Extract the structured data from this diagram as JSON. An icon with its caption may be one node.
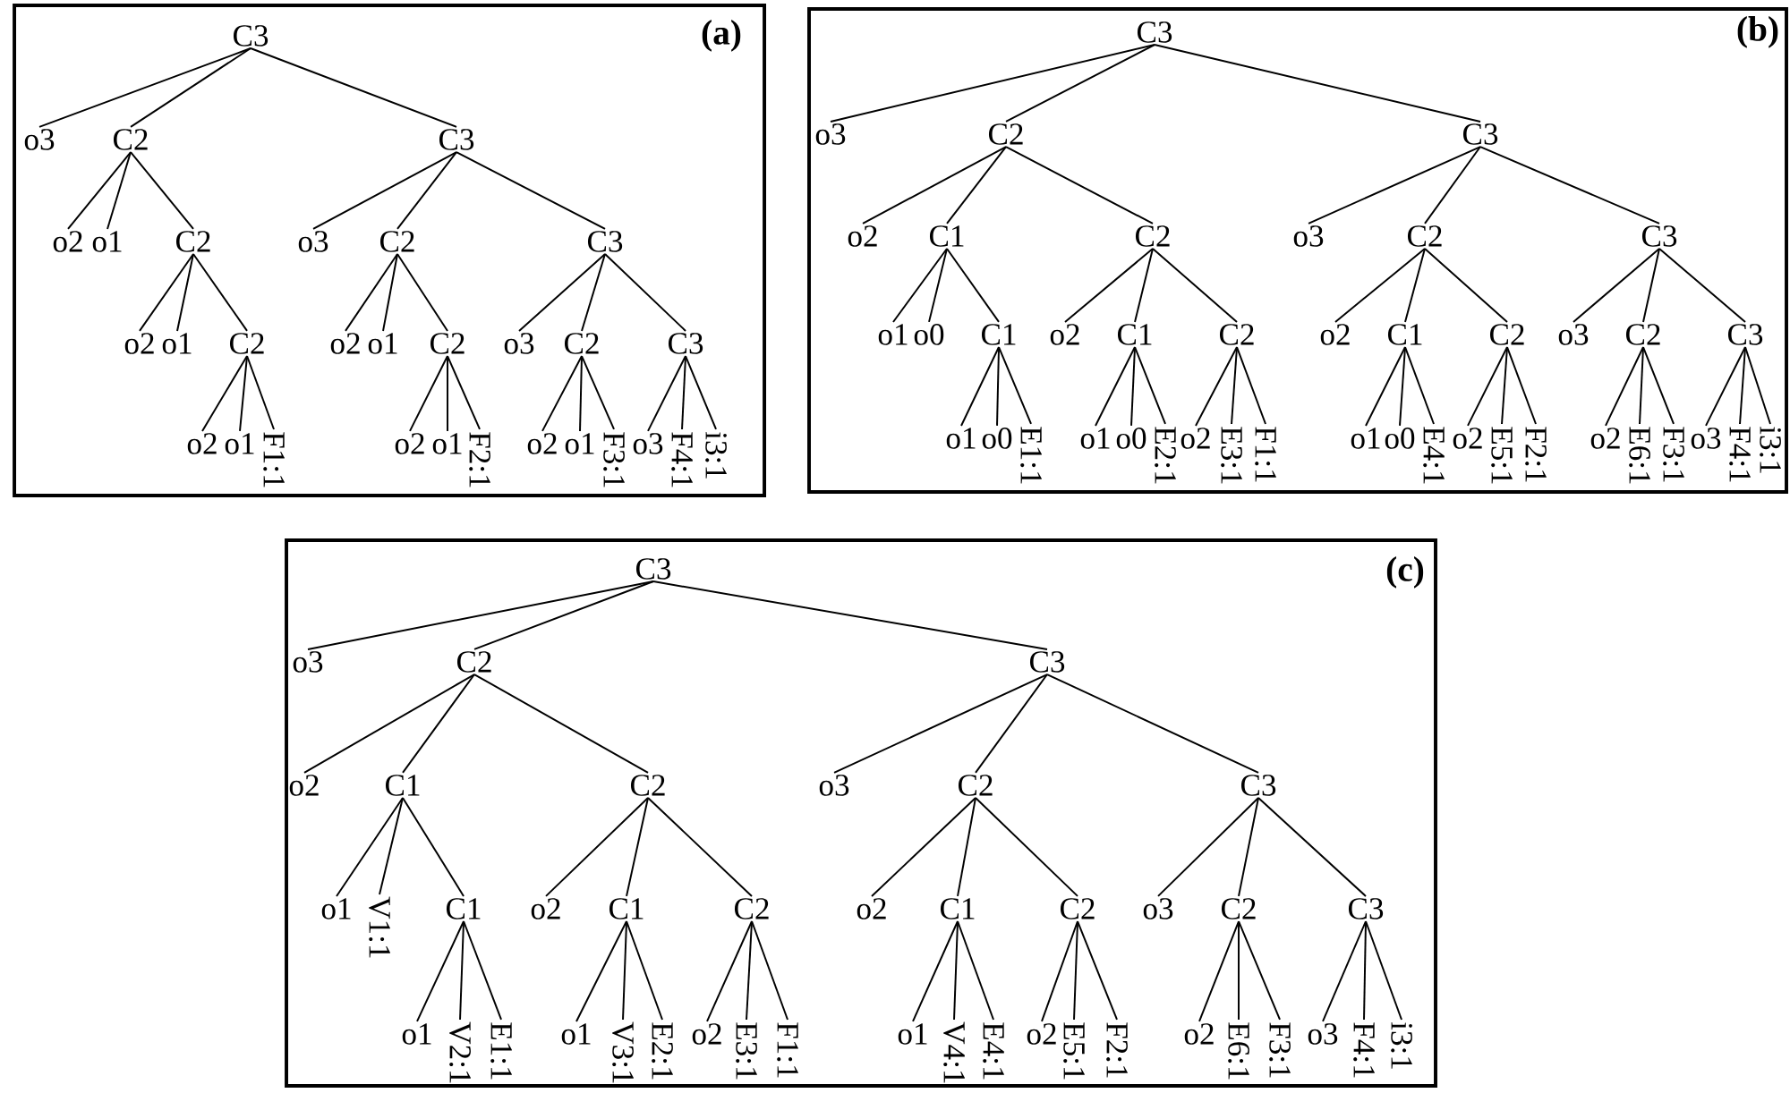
{
  "diagram": {
    "nodes": [
      {
        "text": [
          "(a)"
        ]
      },
      {
        "text": [
          "C3"
        ],
        "in": 0
      },
      {
        "text": [
          "o3"
        ],
        "in": 0
      },
      {
        "text": [
          "C2"
        ],
        "in": 0
      },
      {
        "text": [
          "C3"
        ],
        "in": 0
      },
      {
        "text": [
          "o2"
        ],
        "in": 0
      },
      {
        "text": [
          "o1"
        ],
        "in": 0
      },
      {
        "text": [
          "C2"
        ],
        "in": 0
      },
      {
        "text": [
          "o3"
        ],
        "in": 0
      },
      {
        "text": [
          "C2"
        ],
        "in": 0
      },
      {
        "text": [
          "C3"
        ],
        "in": 0
      },
      {
        "text": [
          "o2"
        ],
        "in": 0
      },
      {
        "text": [
          "o1"
        ],
        "in": 0
      },
      {
        "text": [
          "C2"
        ],
        "in": 0
      },
      {
        "text": [
          "o2"
        ],
        "in": 0
      },
      {
        "text": [
          "o1"
        ],
        "in": 0
      },
      {
        "text": [
          "C2"
        ],
        "in": 0
      },
      {
        "text": [
          "o3"
        ],
        "in": 0
      },
      {
        "text": [
          "C2"
        ],
        "in": 0
      },
      {
        "text": [
          "C3"
        ],
        "in": 0
      },
      {
        "text": [
          "o2"
        ],
        "in": 0
      },
      {
        "text": [
          "o1"
        ],
        "in": 0
      },
      {
        "text": [
          "F1:1"
        ],
        "in": 0
      },
      {
        "text": [
          "o2"
        ],
        "in": 0
      },
      {
        "text": [
          "o1"
        ],
        "in": 0
      },
      {
        "text": [
          "F2:1"
        ],
        "in": 0
      },
      {
        "text": [
          "o2"
        ],
        "in": 0
      },
      {
        "text": [
          "o1"
        ],
        "in": 0
      },
      {
        "text": [
          "F3:1"
        ],
        "in": 0
      },
      {
        "text": [
          "o3"
        ],
        "in": 0
      },
      {
        "text": [
          "F4:1"
        ],
        "in": 0
      },
      {
        "text": [
          "i3:1"
        ],
        "in": 0
      },
      {
        "text": [
          "(b)"
        ]
      },
      {
        "text": [
          "C3"
        ],
        "in": 32
      },
      {
        "text": [
          "o3"
        ],
        "in": 32
      },
      {
        "text": [
          "C2"
        ],
        "in": 32
      },
      {
        "text": [
          "C3"
        ],
        "in": 32
      },
      {
        "text": [
          "o2"
        ],
        "in": 32
      },
      {
        "text": [
          "C1"
        ],
        "in": 32
      },
      {
        "text": [
          "C2"
        ],
        "in": 32
      },
      {
        "text": [
          "o3"
        ],
        "in": 32
      },
      {
        "text": [
          "C2"
        ],
        "in": 32
      },
      {
        "text": [
          "C3"
        ],
        "in": 32
      },
      {
        "text": [
          "o1"
        ],
        "in": 32
      },
      {
        "text": [
          "o0"
        ],
        "in": 32
      },
      {
        "text": [
          "C1"
        ],
        "in": 32
      },
      {
        "text": [
          "o2"
        ],
        "in": 32
      },
      {
        "text": [
          "C1"
        ],
        "in": 32
      },
      {
        "text": [
          "C2"
        ],
        "in": 32
      },
      {
        "text": [
          "o2"
        ],
        "in": 32
      },
      {
        "text": [
          "C1"
        ],
        "in": 32
      },
      {
        "text": [
          "C2"
        ],
        "in": 32
      },
      {
        "text": [
          "o3"
        ],
        "in": 32
      },
      {
        "text": [
          "C2"
        ],
        "in": 32
      },
      {
        "text": [
          "C3"
        ],
        "in": 32
      },
      {
        "text": [
          "o1"
        ],
        "in": 32
      },
      {
        "text": [
          "o0"
        ],
        "in": 32
      },
      {
        "text": [
          "E1:1"
        ],
        "in": 32
      },
      {
        "text": [
          "o1"
        ],
        "in": 32
      },
      {
        "text": [
          "o0"
        ],
        "in": 32
      },
      {
        "text": [
          "E2:1"
        ],
        "in": 32
      },
      {
        "text": [
          "o2"
        ],
        "in": 32
      },
      {
        "text": [
          "E3:1"
        ],
        "in": 32
      },
      {
        "text": [
          "F1:1"
        ],
        "in": 32
      },
      {
        "text": [
          "o1"
        ],
        "in": 32
      },
      {
        "text": [
          "o0"
        ],
        "in": 32
      },
      {
        "text": [
          "E4:1"
        ],
        "in": 32
      },
      {
        "text": [
          "o2"
        ],
        "in": 32
      },
      {
        "text": [
          "E5:1"
        ],
        "in": 32
      },
      {
        "text": [
          "F2:1"
        ],
        "in": 32
      },
      {
        "text": [
          "o2"
        ],
        "in": 32
      },
      {
        "text": [
          "E6:1"
        ],
        "in": 32
      },
      {
        "text": [
          "F3:1"
        ],
        "in": 32
      },
      {
        "text": [
          "o3"
        ],
        "in": 32
      },
      {
        "text": [
          "F4:1"
        ],
        "in": 32
      },
      {
        "text": [
          "i3:1"
        ],
        "in": 32
      },
      {
        "text": [
          "(c)"
        ]
      },
      {
        "text": [
          "C3"
        ],
        "in": 76
      },
      {
        "text": [
          "o3"
        ],
        "in": 76
      },
      {
        "text": [
          "C2"
        ],
        "in": 76
      },
      {
        "text": [
          "C3"
        ],
        "in": 76
      },
      {
        "text": [
          "o2"
        ],
        "in": 76
      },
      {
        "text": [
          "C1"
        ],
        "in": 76
      },
      {
        "text": [
          "C2"
        ],
        "in": 76
      },
      {
        "text": [
          "o3"
        ],
        "in": 76
      },
      {
        "text": [
          "C2"
        ],
        "in": 76
      },
      {
        "text": [
          "C3"
        ],
        "in": 76
      },
      {
        "text": [
          "o1"
        ],
        "in": 76
      },
      {
        "text": [
          "V1:1"
        ],
        "in": 76
      },
      {
        "text": [
          "C1"
        ],
        "in": 76
      },
      {
        "text": [
          "o2"
        ],
        "in": 76
      },
      {
        "text": [
          "C1"
        ],
        "in": 76
      },
      {
        "text": [
          "C2"
        ],
        "in": 76
      },
      {
        "text": [
          "o2"
        ],
        "in": 76
      },
      {
        "text": [
          "C1"
        ],
        "in": 76
      },
      {
        "text": [
          "C2"
        ],
        "in": 76
      },
      {
        "text": [
          "o3"
        ],
        "in": 76
      },
      {
        "text": [
          "C2"
        ],
        "in": 76
      },
      {
        "text": [
          "C3"
        ],
        "in": 76
      },
      {
        "text": [
          "o1"
        ],
        "in": 76
      },
      {
        "text": [
          "V2:1"
        ],
        "in": 76
      },
      {
        "text": [
          "E1:1"
        ],
        "in": 76
      },
      {
        "text": [
          "o1"
        ],
        "in": 76
      },
      {
        "text": [
          "V3:1"
        ],
        "in": 76
      },
      {
        "text": [
          "E2:1"
        ],
        "in": 76
      },
      {
        "text": [
          "o2"
        ],
        "in": 76
      },
      {
        "text": [
          "E3:1"
        ],
        "in": 76
      },
      {
        "text": [
          "F1:1"
        ],
        "in": 76
      },
      {
        "text": [
          "o1"
        ],
        "in": 76
      },
      {
        "text": [
          "V4:1"
        ],
        "in": 76
      },
      {
        "text": [
          "E4:1"
        ],
        "in": 76
      },
      {
        "text": [
          "o2"
        ],
        "in": 76
      },
      {
        "text": [
          "E5:1"
        ],
        "in": 76
      },
      {
        "text": [
          "F2:1"
        ],
        "in": 76
      },
      {
        "text": [
          "o2"
        ],
        "in": 76
      },
      {
        "text": [
          "E6:1"
        ],
        "in": 76
      },
      {
        "text": [
          "F3:1"
        ],
        "in": 76
      },
      {
        "text": [
          "o3"
        ],
        "in": 76
      },
      {
        "text": [
          "F4:1"
        ],
        "in": 76
      },
      {
        "text": [
          "i3:1"
        ],
        "in": 76
      }
    ],
    "edges": [
      {
        "from": 1,
        "to": 2,
        "arrow": "none"
      },
      {
        "from": 1,
        "to": 3,
        "arrow": "none"
      },
      {
        "from": 1,
        "to": 4,
        "arrow": "none"
      },
      {
        "from": 3,
        "to": 5,
        "arrow": "none"
      },
      {
        "from": 3,
        "to": 6,
        "arrow": "none"
      },
      {
        "from": 3,
        "to": 7,
        "arrow": "none"
      },
      {
        "from": 4,
        "to": 8,
        "arrow": "none"
      },
      {
        "from": 4,
        "to": 9,
        "arrow": "none"
      },
      {
        "from": 4,
        "to": 10,
        "arrow": "none"
      },
      {
        "from": 7,
        "to": 11,
        "arrow": "none"
      },
      {
        "from": 7,
        "to": 12,
        "arrow": "none"
      },
      {
        "from": 7,
        "to": 13,
        "arrow": "none"
      },
      {
        "from": 9,
        "to": 14,
        "arrow": "none"
      },
      {
        "from": 9,
        "to": 15,
        "arrow": "none"
      },
      {
        "from": 9,
        "to": 16,
        "arrow": "none"
      },
      {
        "from": 10,
        "to": 17,
        "arrow": "none"
      },
      {
        "from": 10,
        "to": 18,
        "arrow": "none"
      },
      {
        "from": 10,
        "to": 19,
        "arrow": "none"
      },
      {
        "from": 13,
        "to": 20,
        "arrow": "none"
      },
      {
        "from": 13,
        "to": 21,
        "arrow": "none"
      },
      {
        "from": 13,
        "to": 22,
        "arrow": "none"
      },
      {
        "from": 16,
        "to": 23,
        "arrow": "none"
      },
      {
        "from": 16,
        "to": 24,
        "arrow": "none"
      },
      {
        "from": 16,
        "to": 25,
        "arrow": "none"
      },
      {
        "from": 18,
        "to": 26,
        "arrow": "none"
      },
      {
        "from": 18,
        "to": 27,
        "arrow": "none"
      },
      {
        "from": 18,
        "to": 28,
        "arrow": "none"
      },
      {
        "from": 19,
        "to": 29,
        "arrow": "none"
      },
      {
        "from": 19,
        "to": 30,
        "arrow": "none"
      },
      {
        "from": 19,
        "to": 31,
        "arrow": "none"
      },
      {
        "from": 33,
        "to": 34,
        "arrow": "none"
      },
      {
        "from": 33,
        "to": 35,
        "arrow": "none"
      },
      {
        "from": 33,
        "to": 36,
        "arrow": "none"
      },
      {
        "from": 35,
        "to": 37,
        "arrow": "none"
      },
      {
        "from": 35,
        "to": 38,
        "arrow": "none"
      },
      {
        "from": 35,
        "to": 39,
        "arrow": "none"
      },
      {
        "from": 36,
        "to": 40,
        "arrow": "none"
      },
      {
        "from": 36,
        "to": 41,
        "arrow": "none"
      },
      {
        "from": 36,
        "to": 42,
        "arrow": "none"
      },
      {
        "from": 38,
        "to": 43,
        "arrow": "none"
      },
      {
        "from": 38,
        "to": 44,
        "arrow": "none"
      },
      {
        "from": 38,
        "to": 45,
        "arrow": "none"
      },
      {
        "from": 39,
        "to": 46,
        "arrow": "none"
      },
      {
        "from": 39,
        "to": 47,
        "arrow": "none"
      },
      {
        "from": 39,
        "to": 48,
        "arrow": "none"
      },
      {
        "from": 41,
        "to": 49,
        "arrow": "none"
      },
      {
        "from": 41,
        "to": 50,
        "arrow": "none"
      },
      {
        "from": 41,
        "to": 51,
        "arrow": "none"
      },
      {
        "from": 42,
        "to": 52,
        "arrow": "none"
      },
      {
        "from": 42,
        "to": 53,
        "arrow": "none"
      },
      {
        "from": 42,
        "to": 54,
        "arrow": "none"
      },
      {
        "from": 45,
        "to": 55,
        "arrow": "none"
      },
      {
        "from": 45,
        "to": 56,
        "arrow": "none"
      },
      {
        "from": 45,
        "to": 57,
        "arrow": "none"
      },
      {
        "from": 47,
        "to": 58,
        "arrow": "none"
      },
      {
        "from": 47,
        "to": 59,
        "arrow": "none"
      },
      {
        "from": 47,
        "to": 60,
        "arrow": "none"
      },
      {
        "from": 48,
        "to": 61,
        "arrow": "none"
      },
      {
        "from": 48,
        "to": 62,
        "arrow": "none"
      },
      {
        "from": 48,
        "to": 63,
        "arrow": "none"
      },
      {
        "from": 50,
        "to": 64,
        "arrow": "none"
      },
      {
        "from": 50,
        "to": 65,
        "arrow": "none"
      },
      {
        "from": 50,
        "to": 66,
        "arrow": "none"
      },
      {
        "from": 51,
        "to": 67,
        "arrow": "none"
      },
      {
        "from": 51,
        "to": 68,
        "arrow": "none"
      },
      {
        "from": 51,
        "to": 69,
        "arrow": "none"
      },
      {
        "from": 53,
        "to": 70,
        "arrow": "none"
      },
      {
        "from": 53,
        "to": 71,
        "arrow": "none"
      },
      {
        "from": 53,
        "to": 72,
        "arrow": "none"
      },
      {
        "from": 54,
        "to": 73,
        "arrow": "none"
      },
      {
        "from": 54,
        "to": 74,
        "arrow": "none"
      },
      {
        "from": 54,
        "to": 75,
        "arrow": "none"
      },
      {
        "from": 77,
        "to": 78,
        "arrow": "none"
      },
      {
        "from": 77,
        "to": 79,
        "arrow": "none"
      },
      {
        "from": 77,
        "to": 80,
        "arrow": "none"
      },
      {
        "from": 79,
        "to": 81,
        "arrow": "none"
      },
      {
        "from": 79,
        "to": 82,
        "arrow": "none"
      },
      {
        "from": 79,
        "to": 83,
        "arrow": "none"
      },
      {
        "from": 80,
        "to": 84,
        "arrow": "none"
      },
      {
        "from": 80,
        "to": 85,
        "arrow": "none"
      },
      {
        "from": 80,
        "to": 86,
        "arrow": "none"
      },
      {
        "from": 82,
        "to": 87,
        "arrow": "none"
      },
      {
        "from": 82,
        "to": 88,
        "arrow": "none"
      },
      {
        "from": 82,
        "to": 89,
        "arrow": "none"
      },
      {
        "from": 83,
        "to": 90,
        "arrow": "none"
      },
      {
        "from": 83,
        "to": 91,
        "arrow": "none"
      },
      {
        "from": 83,
        "to": 92,
        "arrow": "none"
      },
      {
        "from": 85,
        "to": 93,
        "arrow": "none"
      },
      {
        "from": 85,
        "to": 94,
        "arrow": "none"
      },
      {
        "from": 85,
        "to": 95,
        "arrow": "none"
      },
      {
        "from": 86,
        "to": 96,
        "arrow": "none"
      },
      {
        "from": 86,
        "to": 97,
        "arrow": "none"
      },
      {
        "from": 86,
        "to": 98,
        "arrow": "none"
      },
      {
        "from": 89,
        "to": 99,
        "arrow": "none"
      },
      {
        "from": 89,
        "to": 100,
        "arrow": "none"
      },
      {
        "from": 89,
        "to": 101,
        "arrow": "none"
      },
      {
        "from": 91,
        "to": 102,
        "arrow": "none"
      },
      {
        "from": 91,
        "to": 103,
        "arrow": "none"
      },
      {
        "from": 91,
        "to": 104,
        "arrow": "none"
      },
      {
        "from": 92,
        "to": 105,
        "arrow": "none"
      },
      {
        "from": 92,
        "to": 106,
        "arrow": "none"
      },
      {
        "from": 92,
        "to": 107,
        "arrow": "none"
      },
      {
        "from": 94,
        "to": 108,
        "arrow": "none"
      },
      {
        "from": 94,
        "to": 109,
        "arrow": "none"
      },
      {
        "from": 94,
        "to": 110,
        "arrow": "none"
      },
      {
        "from": 95,
        "to": 111,
        "arrow": "none"
      },
      {
        "from": 95,
        "to": 112,
        "arrow": "none"
      },
      {
        "from": 95,
        "to": 113,
        "arrow": "none"
      },
      {
        "from": 97,
        "to": 114,
        "arrow": "none"
      },
      {
        "from": 97,
        "to": 115,
        "arrow": "none"
      },
      {
        "from": 97,
        "to": 116,
        "arrow": "none"
      },
      {
        "from": 98,
        "to": 117,
        "arrow": "none"
      },
      {
        "from": 98,
        "to": 118,
        "arrow": "none"
      },
      {
        "from": 98,
        "to": 119,
        "arrow": "none"
      }
    ]
  }
}
